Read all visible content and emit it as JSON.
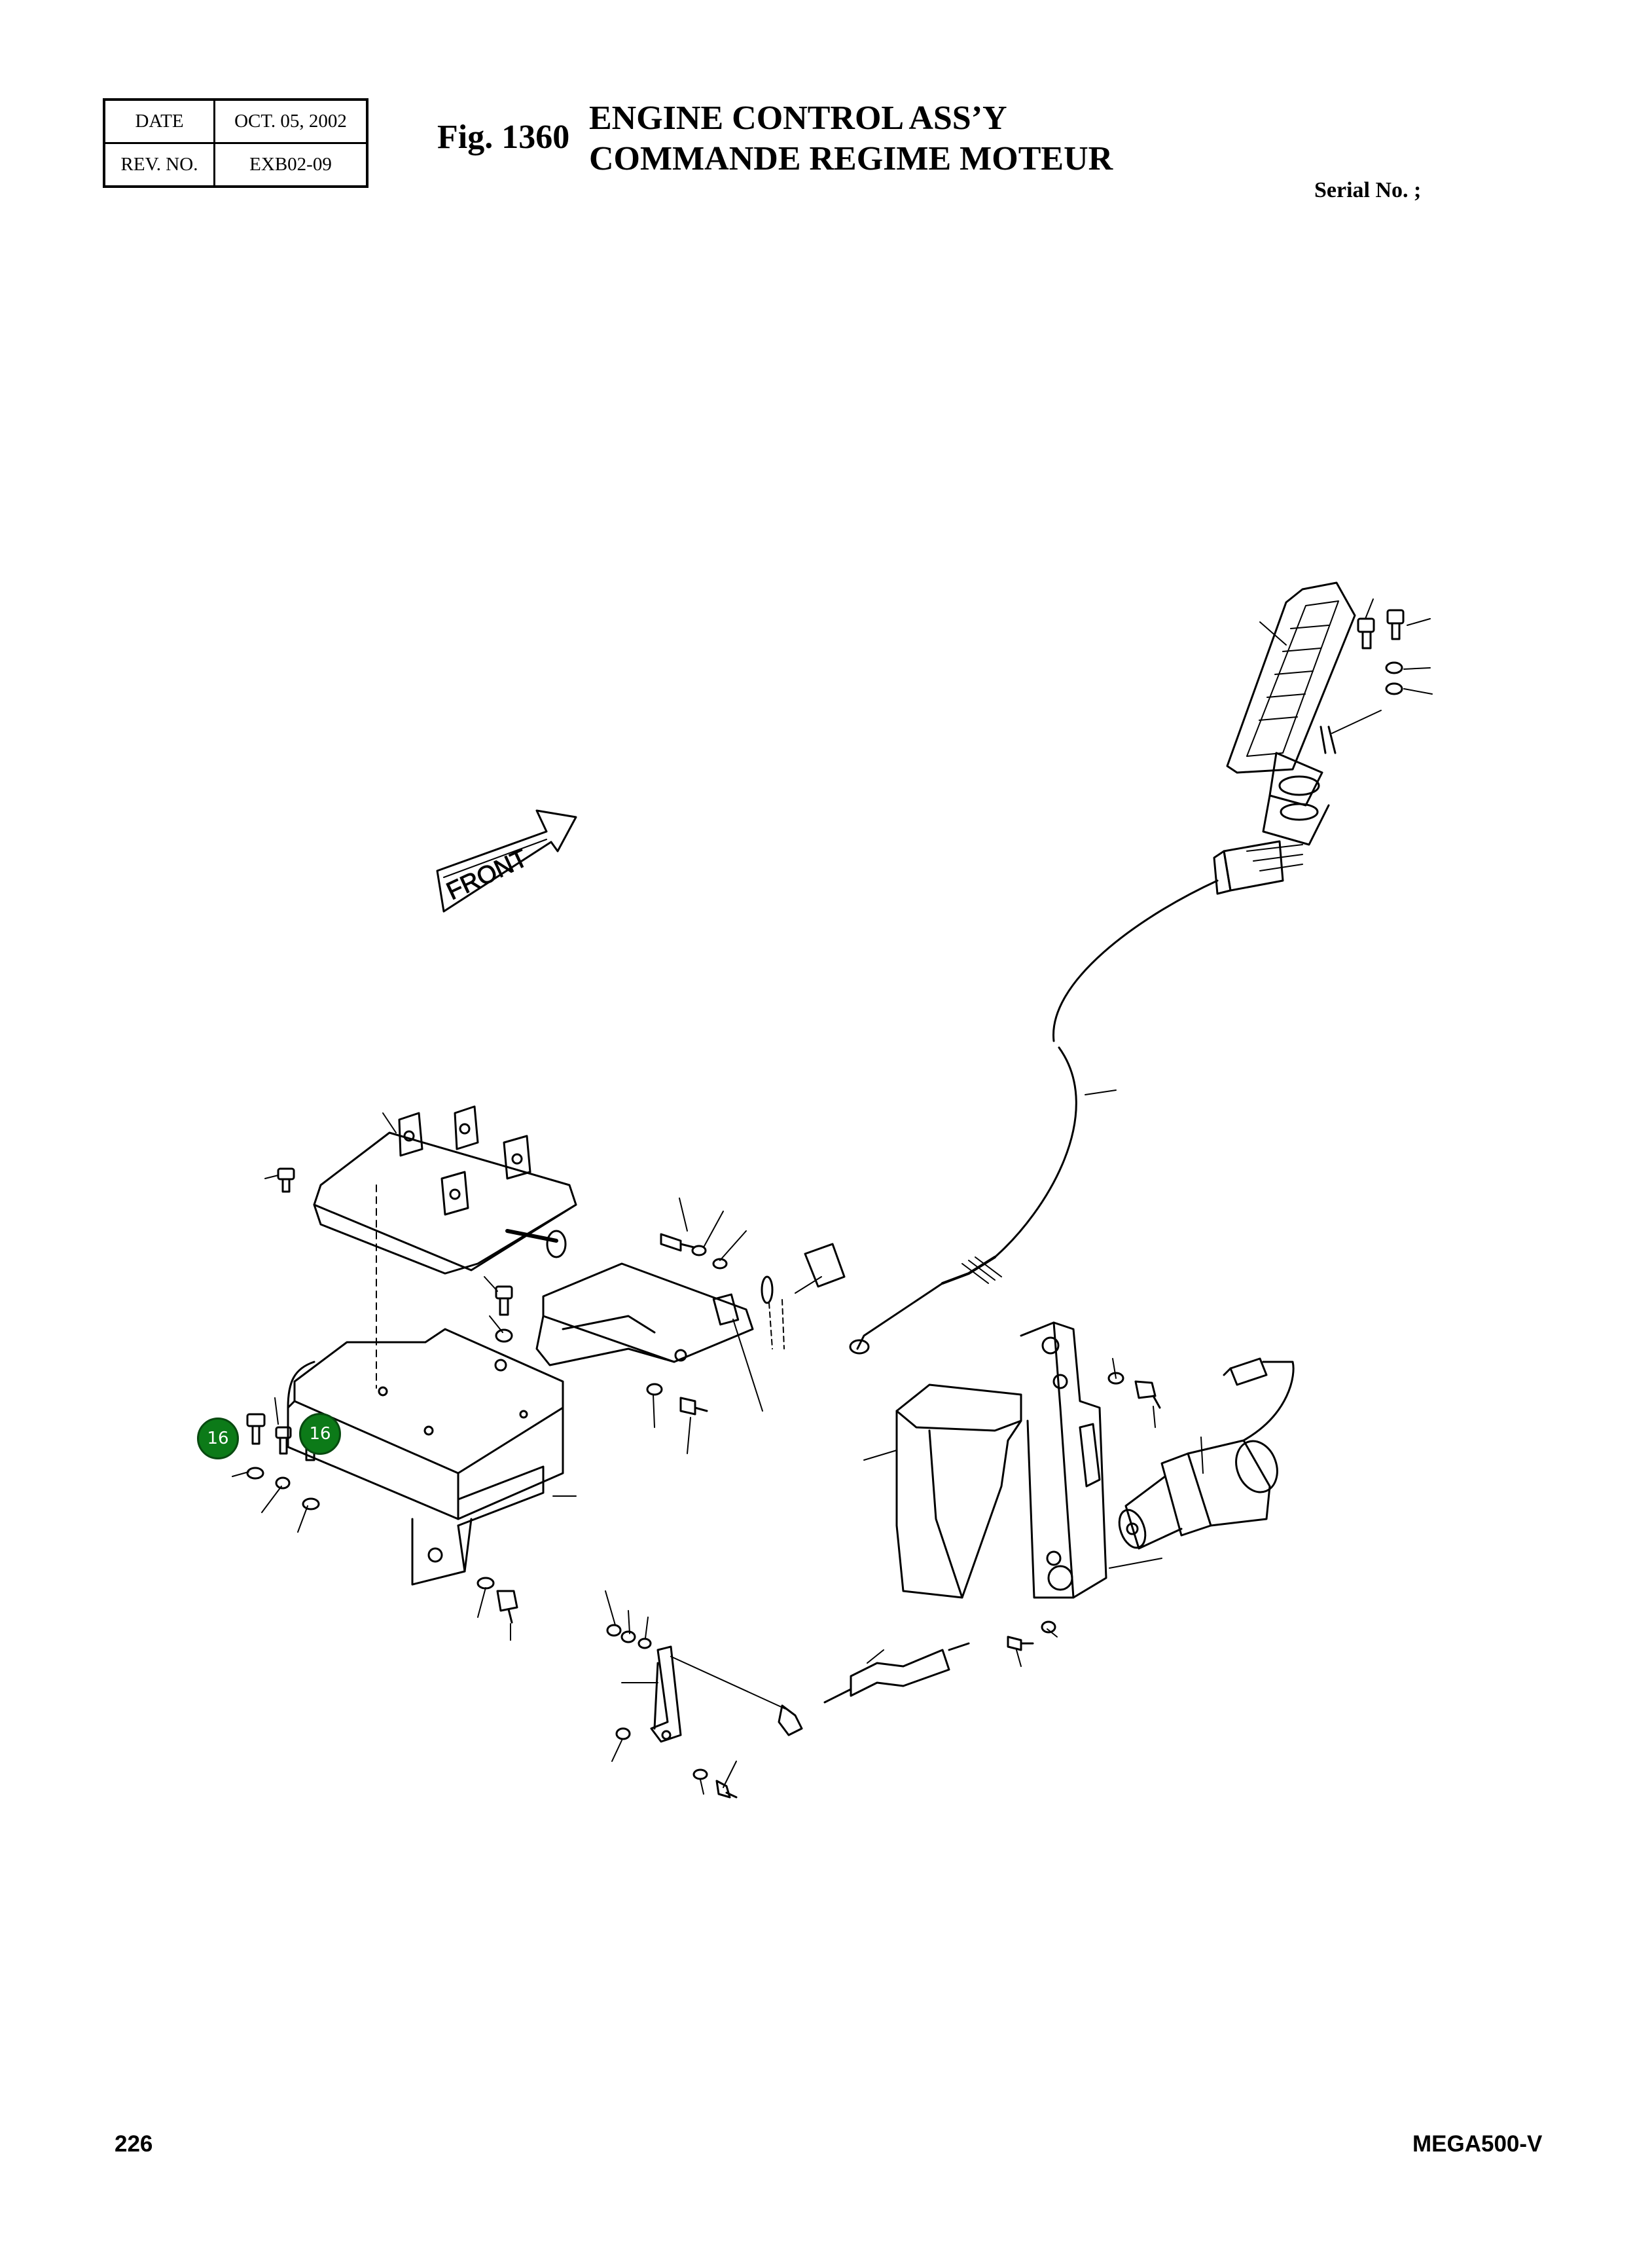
{
  "header": {
    "date_label": "DATE",
    "date_value": "OCT. 05, 2002",
    "rev_label": "REV. NO.",
    "rev_value": "EXB02-09"
  },
  "figure": {
    "number": "Fig. 1360",
    "title_en": "ENGINE CONTROL ASS’Y",
    "title_fr": "COMMANDE REGIME MOTEUR",
    "serial": "Serial No. ;"
  },
  "diagram": {
    "front_label": "FRONT",
    "callouts": [
      {
        "label": "16"
      },
      {
        "label": "16"
      }
    ]
  },
  "footer": {
    "page_number": "226",
    "model": "MEGA500-V"
  }
}
